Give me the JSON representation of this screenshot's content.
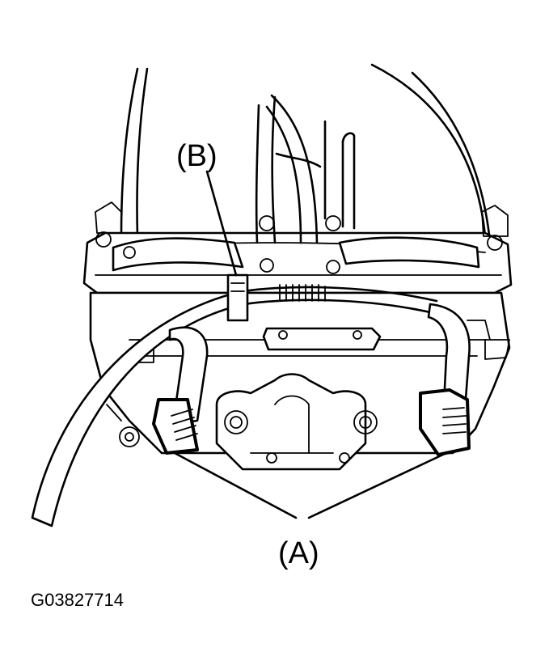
{
  "labels": {
    "callout_a": "(A)",
    "callout_b": "(B)",
    "figure_id": "G03827714"
  }
}
